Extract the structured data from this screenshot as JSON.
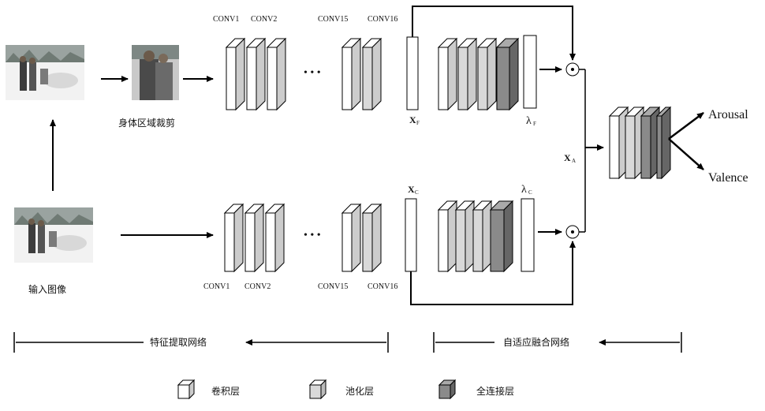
{
  "top_branch": {
    "crop_label": "身体区域裁剪",
    "conv_labels": [
      "CONV1",
      "CONV2",
      "CONV15",
      "CONV16"
    ],
    "feature_label": "X",
    "feature_sub": "F",
    "weight_label": "λ",
    "weight_sub": "F",
    "ellipsis": "• • •"
  },
  "bottom_branch": {
    "input_label": "输入图像",
    "conv_labels": [
      "CONV1",
      "CONV2",
      "CONV15",
      "CONV16"
    ],
    "feature_label": "X",
    "feature_sub": "C",
    "weight_label": "λ",
    "weight_sub": "C",
    "ellipsis": "• • •"
  },
  "fusion": {
    "operator": "⊙",
    "fused_label": "X",
    "fused_sub": "A"
  },
  "outputs": [
    "Arousal",
    "Valence"
  ],
  "sections": {
    "feature_net": "特征提取网络",
    "fusion_net": "自适应融合网络"
  },
  "legend": [
    {
      "label": "卷积层",
      "color": "#ffffff"
    },
    {
      "label": "池化层",
      "color": "#d9d9d9"
    },
    {
      "label": "全连接层",
      "color": "#8a8a8a"
    }
  ],
  "colors": {
    "conv": "#ffffff",
    "pool": "#d9d9d9",
    "fc": "#8a8a8a",
    "line": "#000000"
  }
}
